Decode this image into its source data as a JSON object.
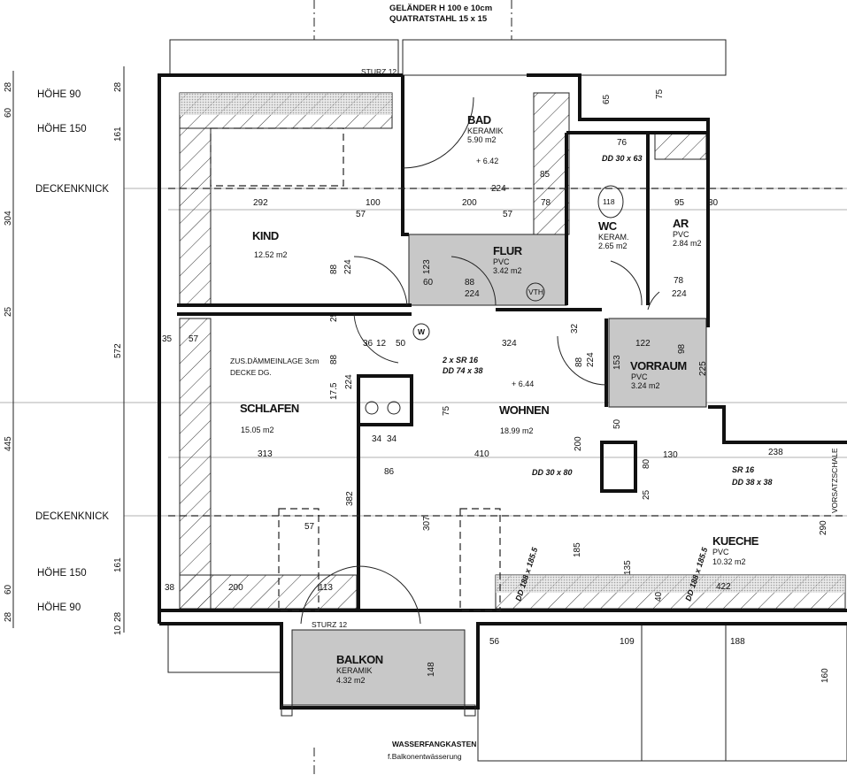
{
  "rooms": {
    "kind": {
      "name": "KIND",
      "area": "12.52 m2"
    },
    "bad": {
      "name": "BAD",
      "floor": "KERAMIK",
      "area": "5.90 m2",
      "level": "+ 6.42"
    },
    "flur": {
      "name": "FLUR",
      "floor": "PVC",
      "area": "3.42 m2"
    },
    "wc": {
      "name": "WC",
      "floor": "KERAM.",
      "area": "2.65 m2"
    },
    "ar": {
      "name": "AR",
      "floor": "PVC",
      "area": "2.84 m2"
    },
    "schlafen": {
      "name": "SCHLAFEN",
      "area": "15.05 m2"
    },
    "wohnen": {
      "name": "WOHNEN",
      "area": "18.99 m2",
      "level": "+ 6.44"
    },
    "vorraum": {
      "name": "VORRAUM",
      "floor": "PVC",
      "area": "3.24 m2"
    },
    "kueche": {
      "name": "KUECHE",
      "floor": "PVC",
      "area": "10.32 m2"
    },
    "balkon": {
      "name": "BALKON",
      "floor": "KERAMIK",
      "area": "4.32 m2"
    }
  },
  "side_labels": [
    "HÖHE 90",
    "HÖHE 150",
    "DECKENKNICK",
    "DECKENKNICK",
    "HÖHE 150",
    "HÖHE 90"
  ],
  "left_dims_outer": [
    "28",
    "60",
    "304",
    "25",
    "445",
    "60",
    "28"
  ],
  "left_dims_inner": [
    "28",
    "161",
    "572",
    "161",
    "28",
    "10"
  ],
  "notes": {
    "railing1": "GELÄNDER H 100 e 10cm",
    "railing2": "QUATRATSTAHL 15 x 15",
    "lintel_top": "STURZ 12",
    "lintel_bottom": "STURZ 12",
    "insulation1": "ZUS.DÄMMEINLAGE 3cm",
    "insulation2": "DECKE DG.",
    "drain1": "WASSERFANGKASTEN",
    "drain2": "f.Balkonentwässerung",
    "vth": "VTH",
    "w": "W",
    "facing": "VORSATZSCHALE",
    "wc_num": "118"
  },
  "annotations": [
    "2 x SR 16",
    "DD 74 x 38",
    "DD 30 x 80",
    "SR 16",
    "DD 38 x 38",
    "DD 30 x 63",
    "DD 188 x 185.5",
    "DD 188 x 185.5"
  ],
  "dims": [
    "292",
    "100",
    "57",
    "200",
    "57",
    "78",
    "95",
    "30",
    "224",
    "88",
    "224",
    "60",
    "88",
    "224",
    "123",
    "78",
    "224",
    "35",
    "57",
    "36",
    "12",
    "50",
    "324",
    "122",
    "32",
    "88",
    "224",
    "153",
    "98",
    "225",
    "313",
    "410",
    "86",
    "34",
    "34",
    "75",
    "200",
    "130",
    "80",
    "25",
    "382",
    "307",
    "57",
    "185",
    "135",
    "422",
    "38",
    "200",
    "113",
    "40",
    "290",
    "148",
    "56",
    "109",
    "188",
    "160",
    "65",
    "75",
    "76",
    "85",
    "224",
    "88",
    "25",
    "17.5",
    "50",
    "238"
  ]
}
